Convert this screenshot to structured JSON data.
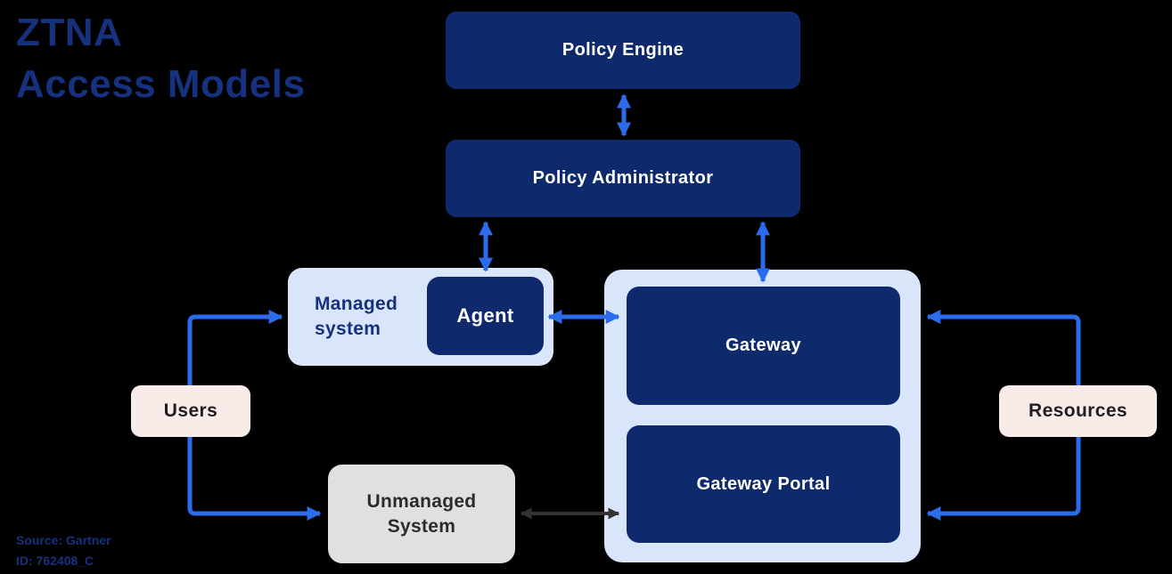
{
  "title": {
    "line1": "ZTNA",
    "line2": "Access Models"
  },
  "diagram": {
    "policy_engine": "Policy Engine",
    "policy_administrator": "Policy Administrator",
    "managed_system_line1": "Managed",
    "managed_system_line2": "system",
    "agent": "Agent",
    "gateway": "Gateway",
    "gateway_portal": "Gateway Portal",
    "users": "Users",
    "resources": "Resources",
    "unmanaged_system_line1": "Unmanaged",
    "unmanaged_system_line2": "System"
  },
  "footer": {
    "source": "Source: Gartner",
    "doc_id": "ID: 762408_C"
  },
  "colors": {
    "navy_box": "#0e2a6d",
    "title_navy": "#16317e",
    "light_blue_container": "#d9e5fa",
    "pink_box": "#f9ebe8",
    "gray_box": "#e0e0e0",
    "arrow_blue": "#2b6cec",
    "arrow_black": "#333333",
    "box_text_white": "#ffffff",
    "dark_text": "#1f1f23",
    "background": "#000000"
  }
}
